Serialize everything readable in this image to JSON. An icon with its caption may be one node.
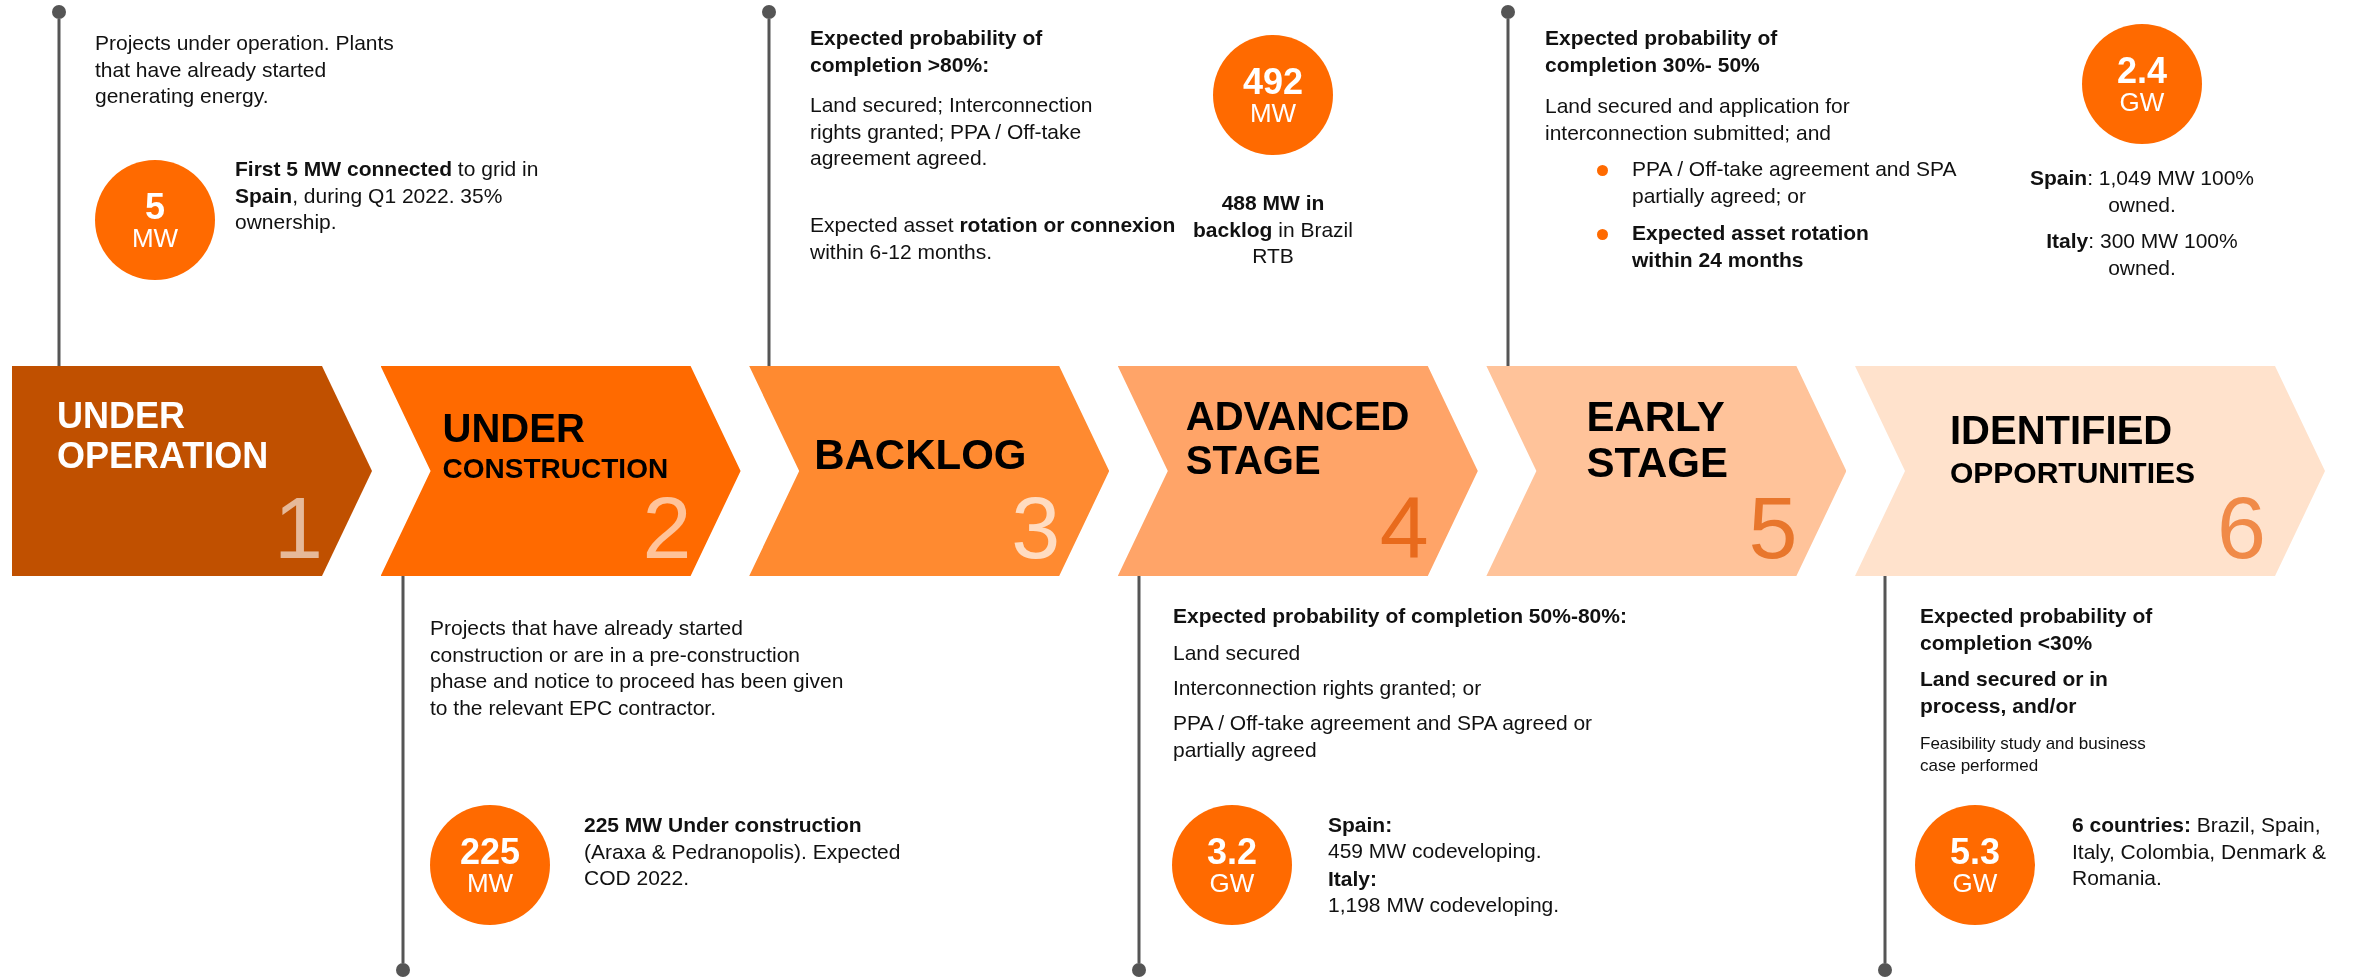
{
  "diagram": {
    "nodes": [
      {
        "text": [
          "UNDER OPERATION",
          "1"
        ]
      },
      {
        "text": [
          "UNDER",
          "CONSTRUCTION",
          "2"
        ]
      },
      {
        "text": [
          "BACKLOG",
          "3"
        ]
      },
      {
        "text": [
          "ADVANCED STAGE",
          "4"
        ]
      },
      {
        "text": [
          "EARLY STAGE",
          "5"
        ]
      },
      {
        "text": [
          "IDENTIFIED",
          "OPPORTUNITIES",
          "6"
        ]
      },
      {
        "text": [
          "5",
          "MW"
        ]
      },
      {
        "text": [
          "225",
          "MW"
        ]
      },
      {
        "text": [
          "492",
          "MW"
        ]
      },
      {
        "text": [
          "3.2",
          "GW"
        ]
      },
      {
        "text": [
          "2.4",
          "GW"
        ]
      },
      {
        "text": [
          "5.3",
          "GW"
        ]
      },
      {
        "text": [],
        "shape": "circle"
      },
      {
        "text": [],
        "shape": "circle"
      },
      {
        "text": [],
        "shape": "circle"
      },
      {
        "text": [],
        "shape": "circle"
      },
      {
        "text": [],
        "shape": "circle"
      },
      {
        "text": [],
        "shape": "circle"
      }
    ],
    "edges": [
      {
        "from": 0,
        "to": 12,
        "arrow": "none"
      },
      {
        "from": 1,
        "to": 13,
        "arrow": "none"
      },
      {
        "from": 2,
        "to": 14,
        "arrow": "none"
      },
      {
        "from": 3,
        "to": 15,
        "arrow": "none"
      },
      {
        "from": 4,
        "to": 16,
        "arrow": "none"
      },
      {
        "from": 5,
        "to": 17,
        "arrow": "none"
      }
    ],
    "labels": [
      "Projects under operation. Plants that have already started generating energy.",
      "**First 5 MW connected** to grid in **Spain**, during Q1 2022. 35% ownership.",
      "Expected probability of completion >80%:",
      "Land secured; Interconnection rights granted; PPA / Off-take agreement agreed.",
      "Expected asset **rotation or connexion** within 6-12 months.",
      "**488 MW in backlog** in Brazil RTB",
      "Expected probability of completion 30%- 50%",
      "Land secured and application for interconnection submitted; and",
      "PPA / Off-take agreement and SPA partially agreed; or",
      "Expected asset rotation within 24 months",
      "**Spain**: 1,049 MW 100% owned.",
      "**Italy**: 300 MW 100% owned.",
      "Projects that have already started construction or are in a pre-construction phase and notice to proceed has been given to the relevant EPC contractor.",
      "**225 MW Under construction** (Araxa & Pedranopolis). Expected COD 2022.",
      "Expected probability of completion 50%-80%:",
      "Land secured",
      "Interconnection rights granted; or",
      "PPA / Off-take agreement and SPA agreed or partially agreed",
      "Spain:",
      "459 MW codeveloping.",
      "Italy:",
      "1,198 MW codeveloping.",
      "Expected probability of completion <30%",
      "Land secured or in process, and/or",
      "Feasibility study and business case performed",
      "**6 countries:** Brazil, Spain, Italy, Colombia, Denmark & Romania."
    ]
  }
}
